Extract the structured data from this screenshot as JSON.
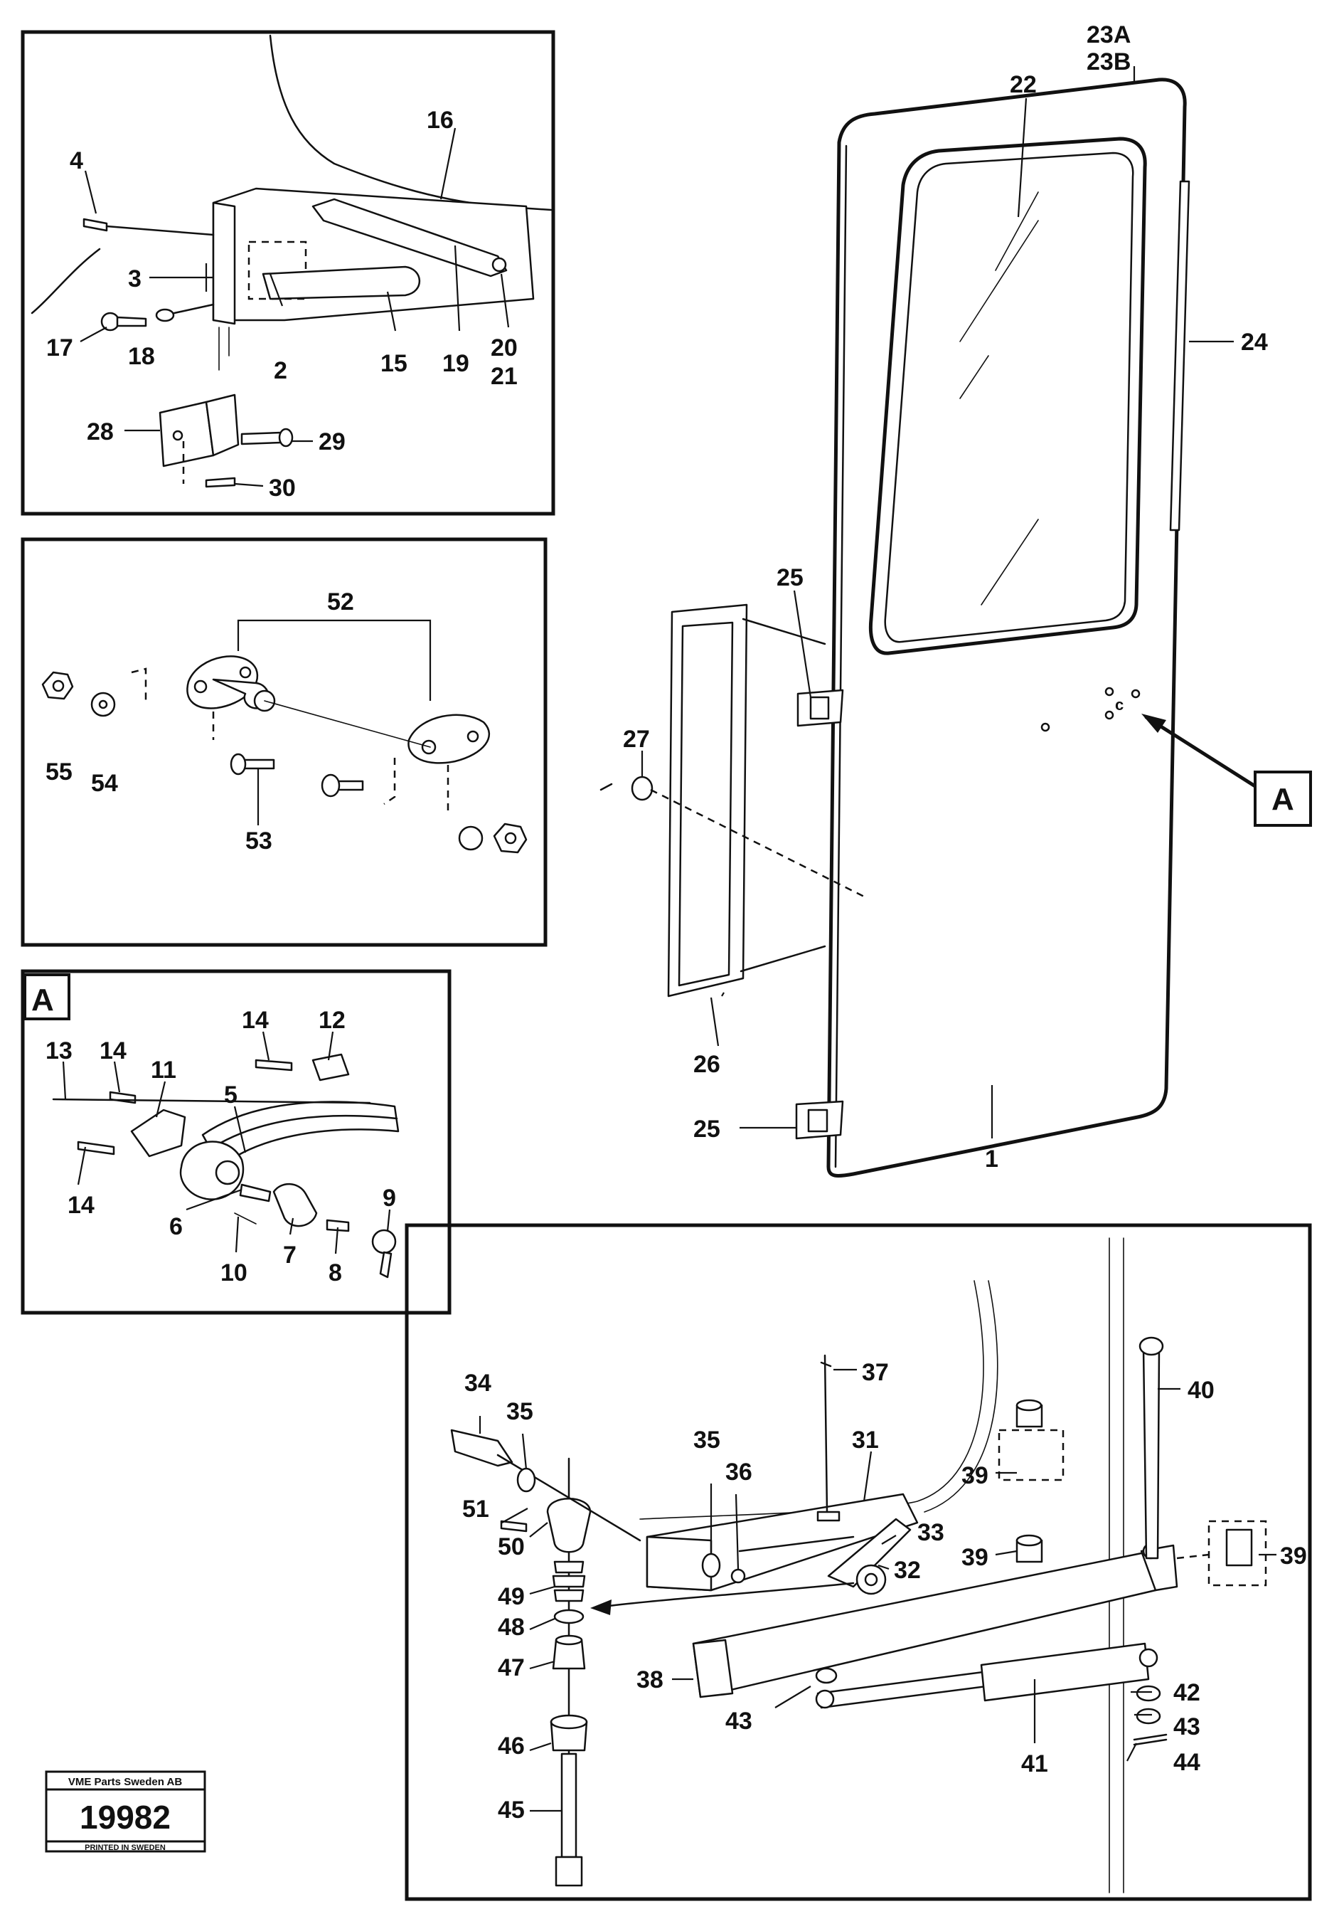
{
  "callout_letter": "A",
  "stamp": {
    "company": "VME Parts Sweden AB",
    "number": "19982",
    "printed": "PRINTED IN SWEDEN"
  },
  "labels": {
    "door": [
      "1",
      "22",
      "23A",
      "23B",
      "24",
      "25",
      "25b",
      "26",
      "27",
      "A"
    ],
    "latch_box": [
      "2",
      "3",
      "4",
      "15",
      "16",
      "17",
      "18",
      "19",
      "20",
      "21",
      "28",
      "29",
      "30"
    ],
    "catch_box": [
      "52",
      "53",
      "54",
      "55"
    ],
    "handle_box": [
      "5",
      "6",
      "7",
      "8",
      "9",
      "10",
      "11",
      "12",
      "13",
      "14a",
      "14b",
      "14c"
    ],
    "damper_box": [
      "31",
      "32",
      "33",
      "34",
      "35a",
      "35b",
      "36",
      "37",
      "38",
      "39a",
      "39b",
      "39c",
      "40",
      "41",
      "42",
      "43a",
      "43b",
      "44",
      "45",
      "46",
      "47",
      "48",
      "49",
      "50",
      "51"
    ]
  },
  "label_text": {
    "1": "1",
    "2": "2",
    "3": "3",
    "4": "4",
    "5": "5",
    "6": "6",
    "7": "7",
    "8": "8",
    "9": "9",
    "10": "10",
    "11": "11",
    "12": "12",
    "13": "13",
    "14a": "14",
    "14b": "14",
    "14c": "14",
    "15": "15",
    "16": "16",
    "17": "17",
    "18": "18",
    "19": "19",
    "20": "20",
    "21": "21",
    "22": "22",
    "23A": "23A",
    "23B": "23B",
    "24": "24",
    "25": "25",
    "25b": "25",
    "26": "26",
    "27": "27",
    "28": "28",
    "29": "29",
    "30": "30",
    "31": "31",
    "32": "32",
    "33": "33",
    "34": "34",
    "35a": "35",
    "35b": "35",
    "36": "36",
    "37": "37",
    "38": "38",
    "39a": "39",
    "39b": "39",
    "39c": "39",
    "40": "40",
    "41": "41",
    "42": "42",
    "43a": "43",
    "43b": "43",
    "44": "44",
    "45": "45",
    "46": "46",
    "47": "47",
    "48": "48",
    "49": "49",
    "50": "50",
    "51": "51",
    "52": "52",
    "53": "53",
    "54": "54",
    "55": "55",
    "A": "A"
  }
}
